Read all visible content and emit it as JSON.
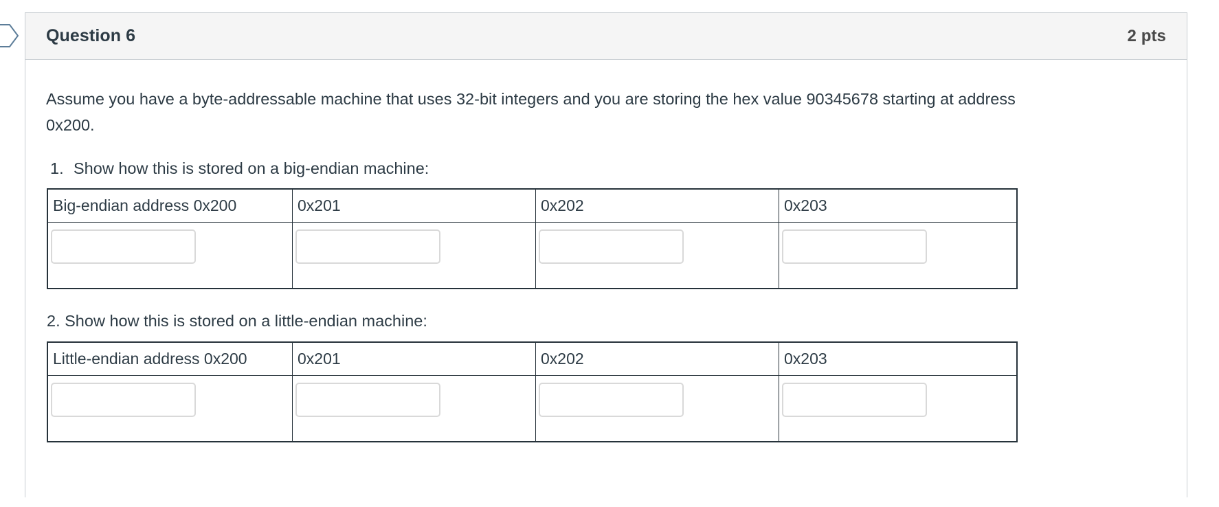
{
  "header": {
    "title": "Question 6",
    "points": "2 pts"
  },
  "body": {
    "prompt": "Assume you have a byte-addressable machine that uses 32-bit integers and you are storing the hex value 90345678 starting at address 0x200.",
    "item1": {
      "marker": "1.",
      "text": "Show how this is stored on a big-endian machine:"
    },
    "item2": {
      "text": "2. Show how this is stored on a little-endian machine:"
    }
  },
  "tables": {
    "big_endian": {
      "headers": [
        "Big-endian address 0x200",
        "0x201",
        "0x202",
        "0x203"
      ],
      "inputs": [
        "",
        "",
        "",
        ""
      ],
      "placeholders": [
        "",
        "",
        "",
        ""
      ]
    },
    "little_endian": {
      "headers": [
        "Little-endian address 0x200",
        "0x201",
        "0x202",
        "0x203"
      ],
      "inputs": [
        "",
        "",
        "",
        ""
      ],
      "placeholders": [
        "",
        "",
        "",
        ""
      ]
    }
  },
  "icons": {
    "flag_pointer": "chevron-right-outline-icon"
  },
  "colors": {
    "text": "#2d3b45",
    "header_bg": "#f5f5f5",
    "card_border": "#c7cdd1",
    "table_border": "#26323a",
    "input_border": "#d9d9d9",
    "pointer": "#5c7d99"
  }
}
